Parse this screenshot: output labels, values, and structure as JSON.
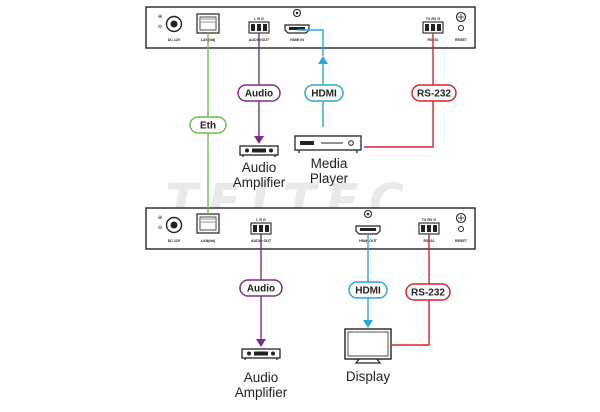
{
  "transmitter": {
    "ports": {
      "dc": "DC 12V",
      "lan": "LAN(tbt)",
      "audio": "AUDIO/OUT",
      "audio_pins": "L  R  G",
      "hdmi": "HDMI IN",
      "rs232": "RS232",
      "rs232_pins": "TX RX G",
      "reset": "RESET"
    }
  },
  "receiver": {
    "ports": {
      "dc": "DC 12V",
      "lan": "LAN(tbt)",
      "audio": "AUDIO OUT",
      "audio_pins": "L  R  G",
      "hdmi": "HDMI OUT",
      "rs232": "RS232",
      "rs232_pins": "TX RX G",
      "reset": "RESET"
    }
  },
  "links": {
    "eth": "Eth",
    "audio_top": "Audio",
    "hdmi_top": "HDMI",
    "rs232_top": "RS-232",
    "audio_bottom": "Audio",
    "hdmi_bottom": "HDMI",
    "rs232_bottom": "RS-232"
  },
  "devices": {
    "amp_top": [
      "Audio",
      "Amplifier"
    ],
    "media_player": [
      "Media",
      "Player"
    ],
    "amp_bottom": [
      "Audio",
      "Amplifier"
    ],
    "display": "Display"
  },
  "watermark": "TELTEC",
  "colors": {
    "eth": "#6cbf4a",
    "audio": "#7a2f86",
    "hdmi": "#2aa6d8",
    "rs232": "#d6242b",
    "device": "#222222"
  }
}
